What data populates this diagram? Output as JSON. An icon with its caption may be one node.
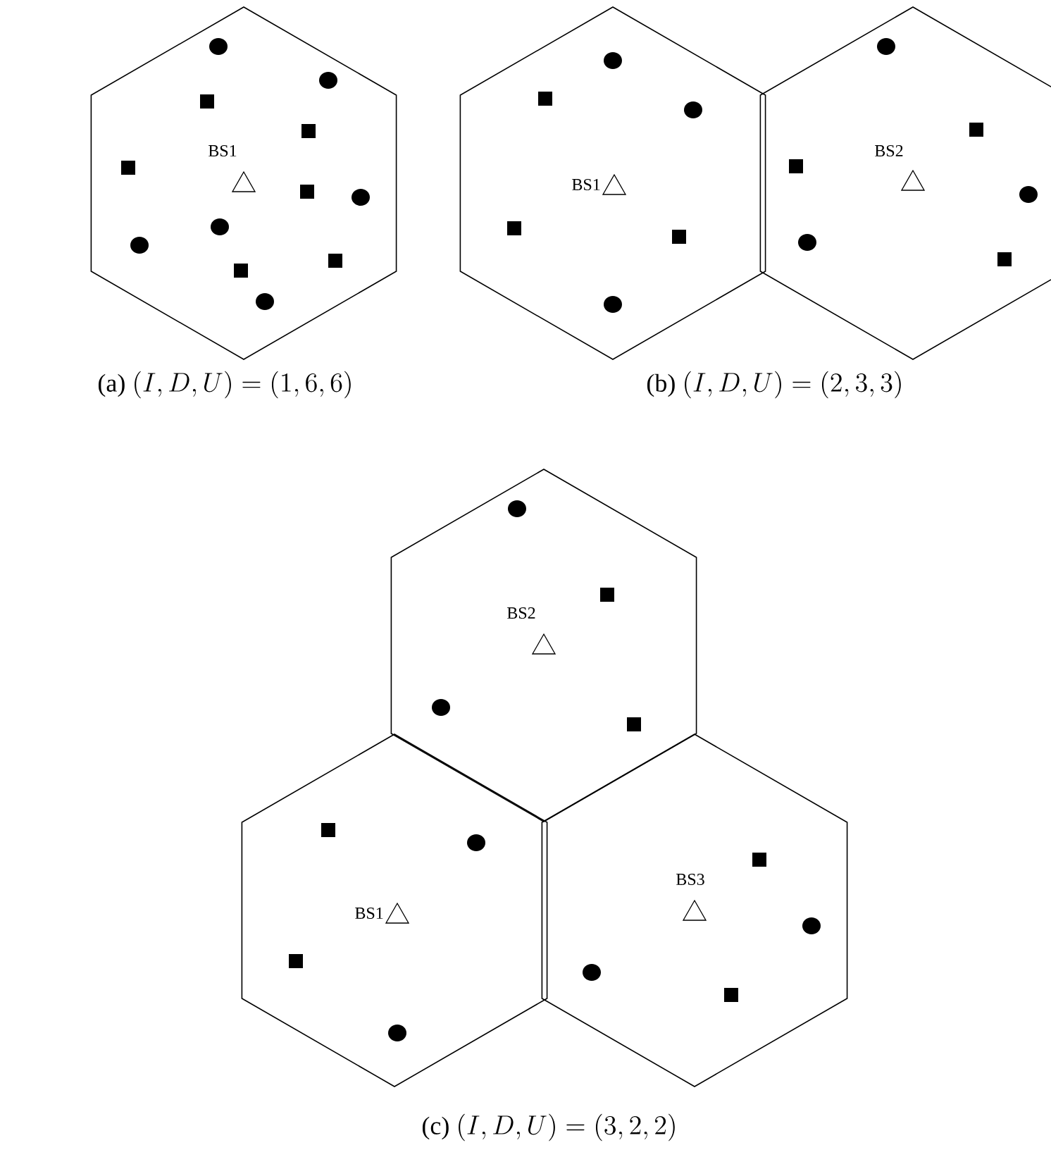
{
  "diagram": {
    "nodes": [
      {
        "text": [
          "BS1"
        ]
      },
      {
        "text": [
          "BS1"
        ]
      },
      {
        "text": [
          "BS2"
        ]
      },
      {
        "text": [
          "BS2"
        ]
      },
      {
        "text": [
          "BS1"
        ]
      },
      {
        "text": [
          "BS3"
        ]
      }
    ],
    "labels": [
      "(a)",
      "(I,D,U)=(1,6,6)",
      "(b)",
      "(I,D,U)=(2,3,3)",
      "(c)",
      "(I,D,U)=(3,2,2)"
    ]
  }
}
